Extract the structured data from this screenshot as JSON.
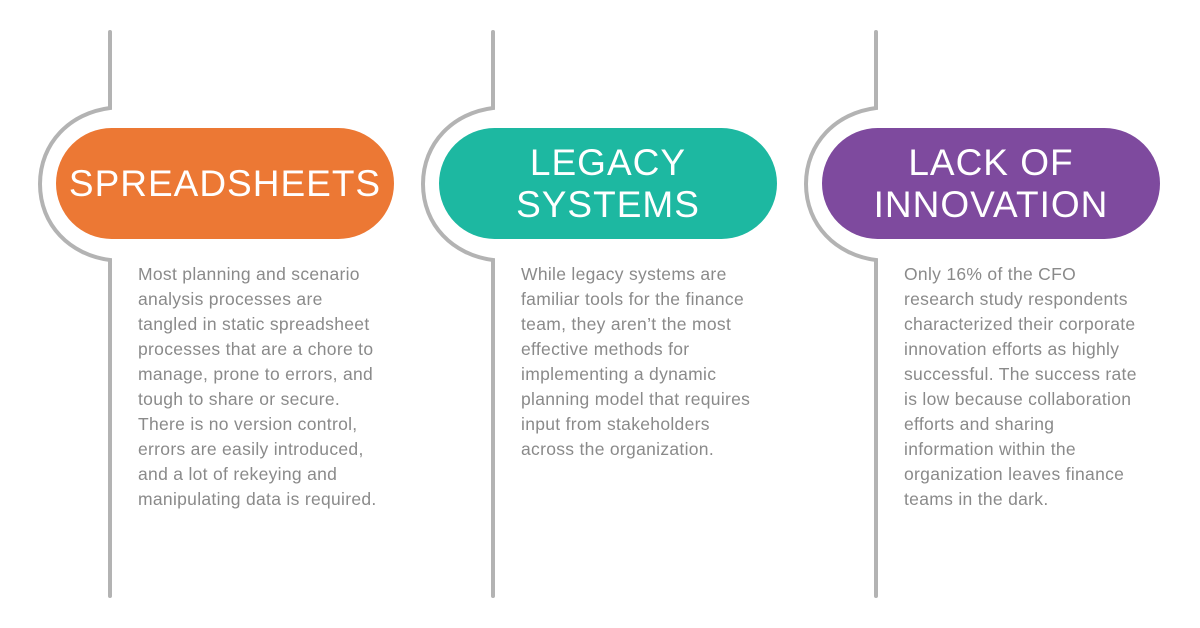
{
  "colors": {
    "connector": "#b3b3b3",
    "text": "#8a8a8a",
    "title_text": "#ffffff"
  },
  "columns": [
    {
      "title": "SPREADSHEETS",
      "color": "#ec7834",
      "text": "Most planning and scenario analysis processes are tangled in static spreadsheet processes that are a chore to manage, prone to errors, and tough to share or secure. There is no version control, errors are easily introduced, and a lot of rekeying and manipulating data is required."
    },
    {
      "title": "LEGACY\nSYSTEMS",
      "color": "#1db8a1",
      "text": "While legacy systems are familiar tools for the finance team, they aren’t the most effective methods for implementing a dynamic planning model that requires input from stakeholders across the organization."
    },
    {
      "title": "LACK OF\nINNOVATION",
      "color": "#7e4a9e",
      "text": "Only 16% of the CFO research study respondents characterized their corporate innovation efforts as highly successful. The success rate is low because collaboration efforts and sharing information within the organization leaves finance teams in the dark."
    }
  ]
}
